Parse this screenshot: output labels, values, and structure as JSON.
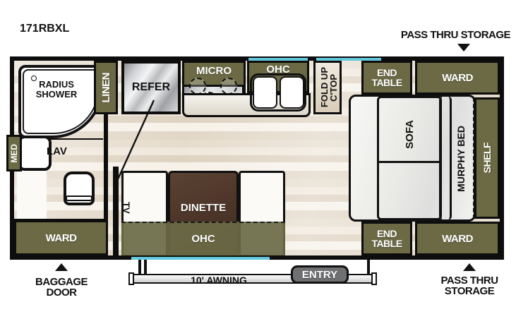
{
  "model": "171RBXL",
  "callouts": {
    "pass_thru_top": "PASS THRU STORAGE",
    "pass_thru_bottom": "PASS THRU\nSTORAGE",
    "pass_thru_bottom_l1": "PASS THRU",
    "pass_thru_bottom_l2": "STORAGE",
    "baggage_l1": "BAGGAGE",
    "baggage_l2": "DOOR"
  },
  "bathroom": {
    "shower_l1": "RADIUS",
    "shower_l2": "SHOWER",
    "lav": "LAV",
    "med": "MED"
  },
  "kitchen": {
    "linen": "LINEN",
    "refer": "REFER",
    "micro": "MICRO",
    "ohc_top": "OHC",
    "foldup_l1": "FOLD UP",
    "foldup_l2": "C'TOP"
  },
  "living": {
    "end_table_top_l1": "END",
    "end_table_top_l2": "TABLE",
    "ward_top": "WARD",
    "end_table_bottom_l1": "END",
    "end_table_bottom_l2": "TABLE",
    "ward_bottom": "WARD",
    "sofa": "SOFA",
    "murphy_bed": "MURPHY BED",
    "shelf": "SHELF"
  },
  "dinette": {
    "dinette": "DINETTE",
    "ohc": "OHC",
    "tv": "TV"
  },
  "exterior": {
    "ward_left": "WARD",
    "awning": "10' AWNING",
    "entry": "ENTRY"
  },
  "colors": {
    "cabinet_olive": "#6b6a45",
    "outline_black": "#0d0d0d",
    "window_cyan": "#63c9dd",
    "table_brown": "#4a3327",
    "entry_gray": "#6f7072",
    "floor_beige": "#e6dccd"
  }
}
